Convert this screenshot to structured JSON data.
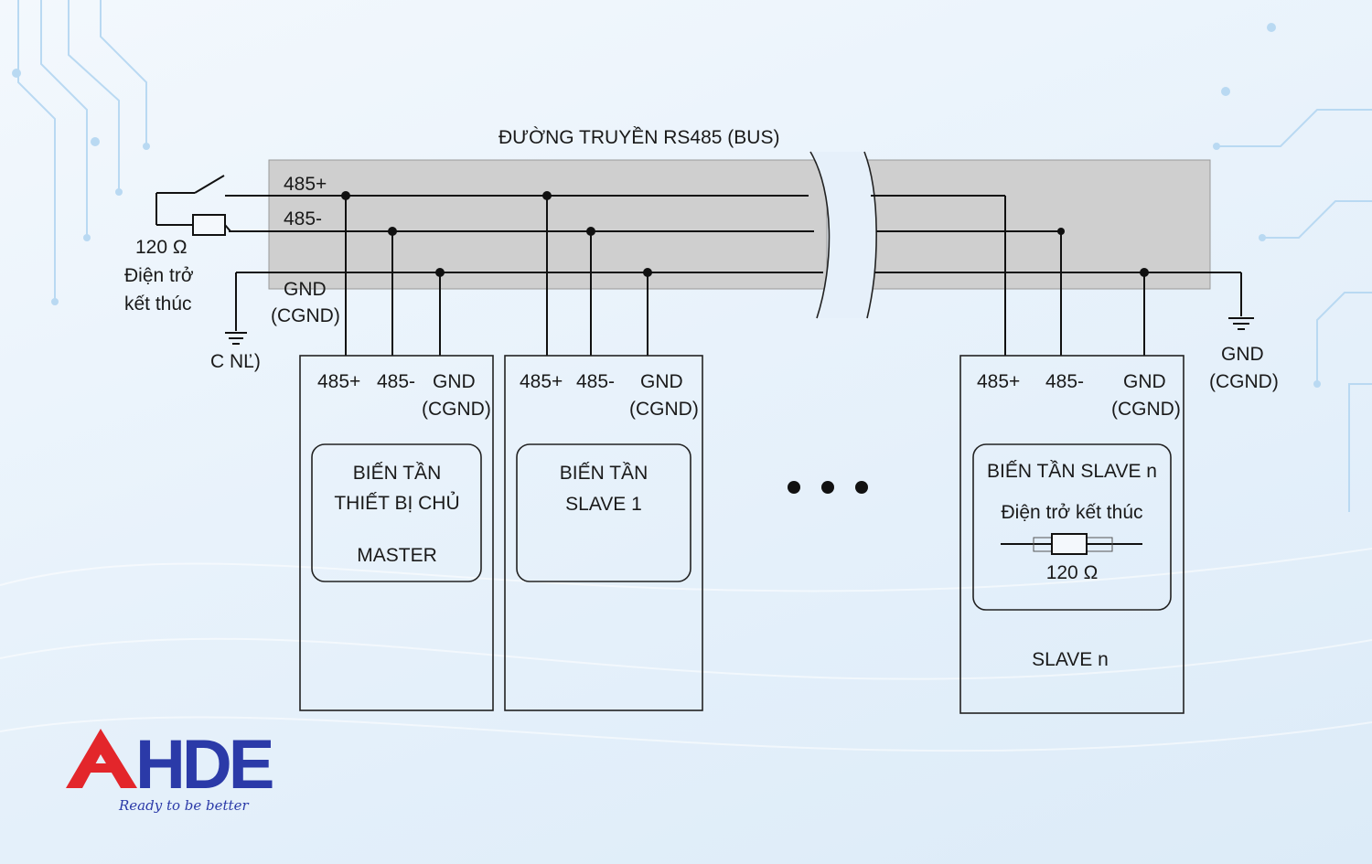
{
  "bus": {
    "title": "ĐƯỜNG TRUYỀN RS485 (BUS)",
    "line_plus": "485+",
    "line_minus": "485-",
    "line_gnd": "GND",
    "line_gnd_sub": "(CGND)"
  },
  "terminator_left": {
    "value": "120 Ω",
    "label_line1": "Điện trở",
    "label_line2": "kết thúc",
    "ground_label": "C NĽ)"
  },
  "ground_right": {
    "label": "GND",
    "sub": "(CGND)"
  },
  "devices": {
    "master": {
      "term_plus": "485+",
      "term_minus": "485-",
      "term_gnd": "GND",
      "term_gnd_sub": "(CGND)",
      "name_line1": "BIẾN TẦN",
      "name_line2": "THIẾT BỊ CHỦ",
      "name_line3": "MASTER"
    },
    "slave1": {
      "term_plus": "485+",
      "term_minus": "485-",
      "term_gnd": "GND",
      "term_gnd_sub": "(CGND)",
      "name_line1": "BIẾN TẦN",
      "name_line2": "SLAVE 1"
    },
    "slaven": {
      "term_plus": "485+",
      "term_minus": "485-",
      "term_gnd": "GND",
      "term_gnd_sub": "(CGND)",
      "name_line1": "BIẾN TẦN SLAVE n",
      "resistor_label": "Điện trở kết thúc",
      "resistor_value": "120 Ω",
      "footer": "SLAVE n"
    }
  },
  "logo": {
    "text": "AHDE",
    "slogan": "Ready to be better",
    "color_red": "#e3262b",
    "color_blue": "#2b3aa8"
  }
}
